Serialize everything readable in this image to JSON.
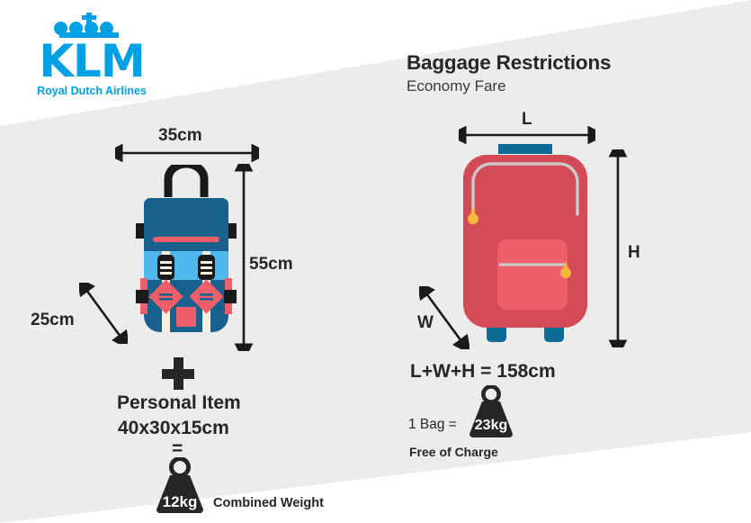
{
  "brand": {
    "name": "KLM",
    "tagline": "Royal Dutch Airlines",
    "color": "#00a1e4"
  },
  "header": {
    "title": "Baggage Restrictions",
    "subtitle": "Economy Fare"
  },
  "carry_on": {
    "width_label": "35cm",
    "height_label": "55cm",
    "depth_label": "25cm",
    "plus_symbol": "+",
    "personal_item_title": "Personal Item",
    "personal_item_dims": "40x30x15cm",
    "equals_symbol": "=",
    "weight_value": "12kg",
    "weight_note": "Combined Weight"
  },
  "checked": {
    "length_label": "L",
    "height_label": "H",
    "width_label": "W",
    "sum_label": "L+W+H = 158cm",
    "bag_count_label": "1 Bag =",
    "weight_value": "23kg",
    "free_note": "Free of Charge"
  },
  "colors": {
    "panel_bg": "#ececec",
    "page_bg": "#ffffff",
    "dark_text": "#262626",
    "backpack_dark": "#17618c",
    "backpack_light": "#4fb9ed",
    "backpack_strap": "#f7efdd",
    "backpack_accent": "#ef5f6a",
    "backpack_black": "#1a1a1a",
    "suitcase_body": "#d34b57",
    "suitcase_pocket": "#ef5f6a",
    "suitcase_teal": "#0d6c96",
    "suitcase_zip": "#c9c9c9",
    "zip_pull": "#f5b63c"
  }
}
